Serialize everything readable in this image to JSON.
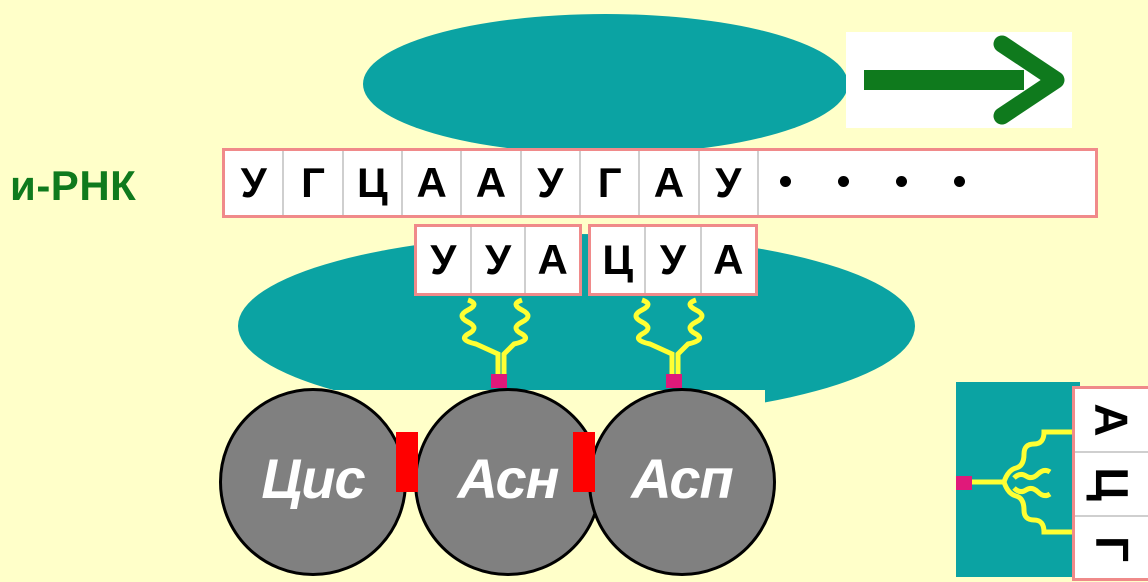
{
  "mrna": {
    "label": "и-РНК",
    "codons": [
      "У",
      "Г",
      "Ц",
      "А",
      "А",
      "У",
      "Г",
      "А",
      "У"
    ],
    "ellipsis": [
      "•",
      "•",
      "•",
      "•"
    ]
  },
  "anticodons": [
    [
      "У",
      "У",
      "А"
    ],
    [
      "Ц",
      "У",
      "А"
    ]
  ],
  "amino_acids": [
    "Цис",
    "Асн",
    "Асп"
  ],
  "incoming_trna": {
    "anticodon": [
      "А",
      "Ц",
      "Г"
    ]
  },
  "colors": {
    "background": "#ffffc9",
    "ribosome": "#0ba3a3",
    "label": "#0f7a1d",
    "arrow": "#0f7a1d",
    "box_border": "#f08a8a",
    "amino_acid": "#808080",
    "peptide_bond": "#ff0000",
    "trna_stem": "#ffff33",
    "link": "#e0197a"
  },
  "icons": {
    "direction": "right-arrow-icon",
    "trna": "trna-squiggle-icon"
  }
}
